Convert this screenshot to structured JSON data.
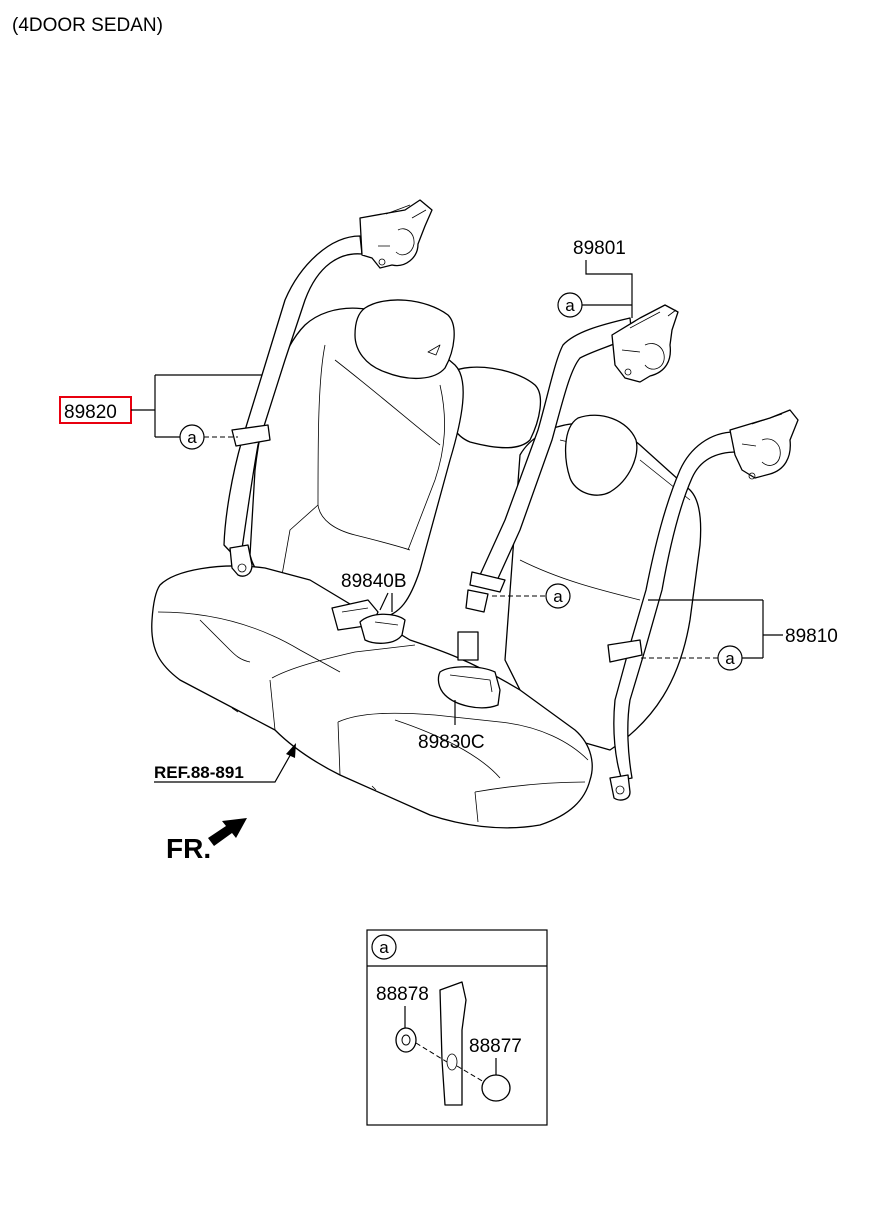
{
  "header": {
    "variant": "(4DOOR SEDAN)"
  },
  "callout_letter": "a",
  "parts": {
    "left_belt": "89820",
    "right_belt": "89810",
    "center_belt": "89801",
    "buckle_left": "89840B",
    "buckle_center": "89830C",
    "plug": "88878",
    "cap": "88877"
  },
  "reference": "REF.88-891",
  "direction": "FR.",
  "colors": {
    "highlight": "#e8000f",
    "line": "#000000"
  }
}
